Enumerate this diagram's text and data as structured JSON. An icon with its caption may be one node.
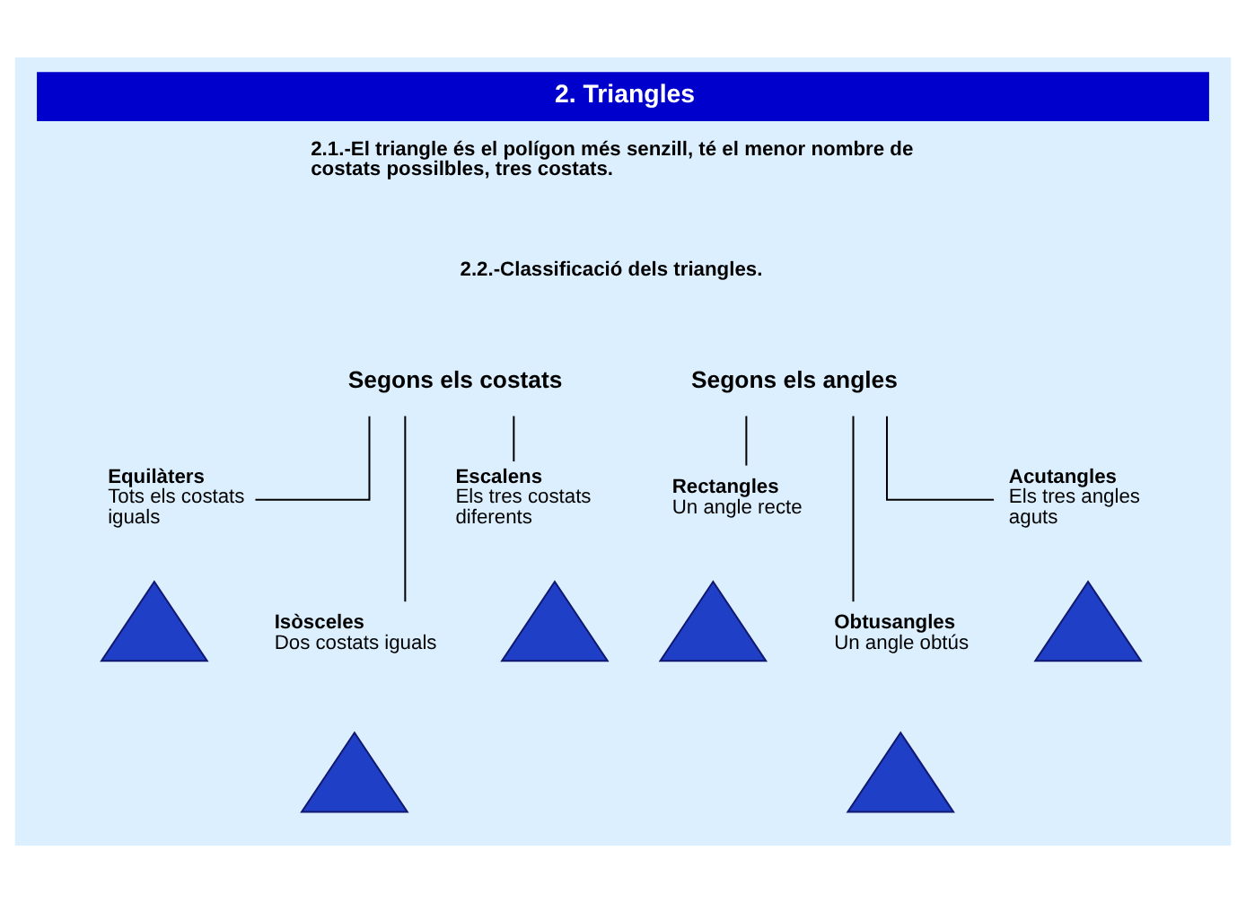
{
  "diagram": {
    "title": "2. Triangles",
    "nodes": [
      {
        "text": [
          "Segons els costats"
        ]
      },
      {
        "text": [
          "Equilàters",
          "Tots els costats iguals"
        ]
      },
      {
        "text": [
          "Isòsceles",
          "Dos costats iguals"
        ]
      },
      {
        "text": [
          "Escalens",
          "Els tres costats diferents"
        ]
      },
      {
        "text": [
          "Segons els angles"
        ]
      },
      {
        "text": [
          "Rectangles",
          "Un angle recte"
        ]
      },
      {
        "text": [
          "Obtusangles",
          "Un angle obtús"
        ]
      },
      {
        "text": [
          "Acutangles",
          "Els tres angles aguts"
        ]
      },
      {
        "text": [],
        "shape": "triangle"
      },
      {
        "text": [],
        "shape": "triangle"
      },
      {
        "text": [],
        "shape": "triangle"
      },
      {
        "text": [],
        "shape": "triangle"
      },
      {
        "text": [],
        "shape": "triangle"
      },
      {
        "text": [],
        "shape": "triangle"
      }
    ],
    "edges": [
      {
        "from": 0,
        "to": 1,
        "arrow": "none"
      },
      {
        "from": 0,
        "to": 2,
        "arrow": "none"
      },
      {
        "from": 0,
        "to": 3,
        "arrow": "none"
      },
      {
        "from": 4,
        "to": 5,
        "arrow": "none"
      },
      {
        "from": 4,
        "to": 6,
        "arrow": "none"
      },
      {
        "from": 4,
        "to": 7,
        "arrow": "none"
      }
    ],
    "labels": [
      "2.1.-El triangle és el polígon més senzill, té el menor nombre de costats possilbles, tres costats.",
      "2.2.-Classificació dels triangles."
    ]
  }
}
